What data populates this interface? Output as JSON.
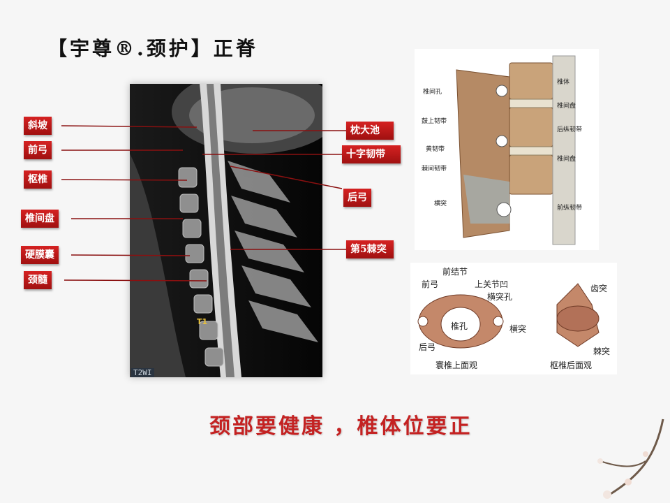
{
  "title": "【宇尊®.颈护】正脊",
  "mri": {
    "sequence_label": "T2WI",
    "level_marker": "T1",
    "labels_left": [
      "斜坡",
      "前弓",
      "枢椎",
      "椎间盘",
      "硬膜囊",
      "颈髓"
    ],
    "labels_right": [
      "枕大池",
      "十字韧带",
      "后弓",
      "第5棘突"
    ]
  },
  "lateral_view": {
    "labels_left": [
      "椎间孔",
      "鼓上韧带",
      "黄韧带",
      "棘间韧带",
      "横突"
    ],
    "labels_right": [
      "椎体",
      "椎间盘",
      "后纵韧带",
      "椎间盘",
      "前纵韧带"
    ]
  },
  "atlas_view": {
    "labels": [
      "前结节",
      "前弓",
      "上关节凹",
      "横突孔",
      "椎孔",
      "横突",
      "后弓",
      "齿突",
      "棘突"
    ],
    "caption_left": "寰椎上面观",
    "caption_right": "枢椎后面观"
  },
  "slogan": "颈部要健康 ，椎体位要正",
  "colors": {
    "tag_red": "#c41a1a",
    "slogan_red": "#c42222",
    "leader": "#8a1010"
  }
}
